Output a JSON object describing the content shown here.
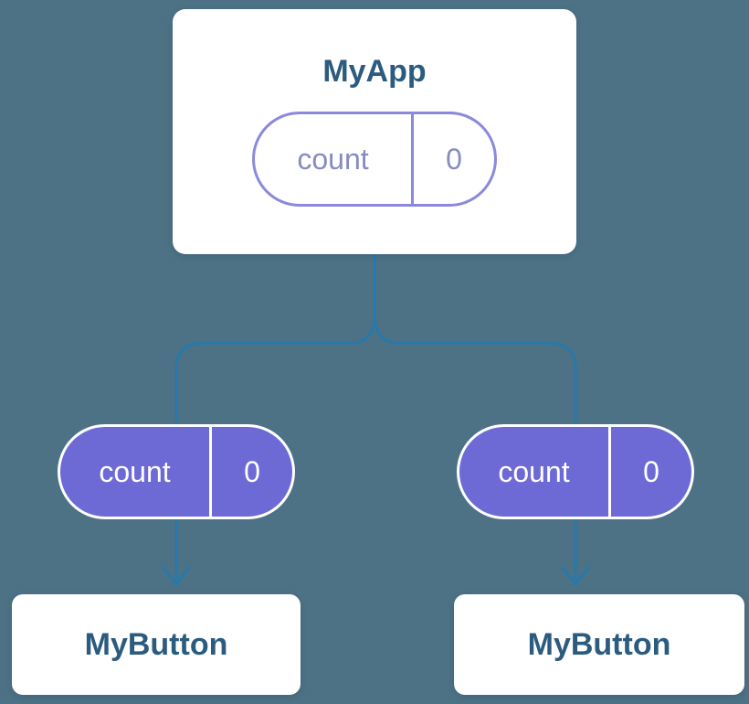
{
  "diagram": {
    "root": {
      "title": "MyApp",
      "prop": {
        "name": "count",
        "value": "0"
      }
    },
    "children": [
      {
        "title": "MyButton",
        "prop": {
          "name": "count",
          "value": "0"
        }
      },
      {
        "title": "MyButton",
        "prop": {
          "name": "count",
          "value": "0"
        }
      }
    ],
    "colors": {
      "background": "#4d7286",
      "card_fill": "#ffffff",
      "title_text": "#2b5b7e",
      "state_pill_fill": "#6d6ad6",
      "state_pill_outline": "#8c89dd",
      "state_pill_light_text": "#868bc0",
      "state_pill_dark_text": "#ffffff",
      "connector_line": "#2679aa"
    }
  }
}
